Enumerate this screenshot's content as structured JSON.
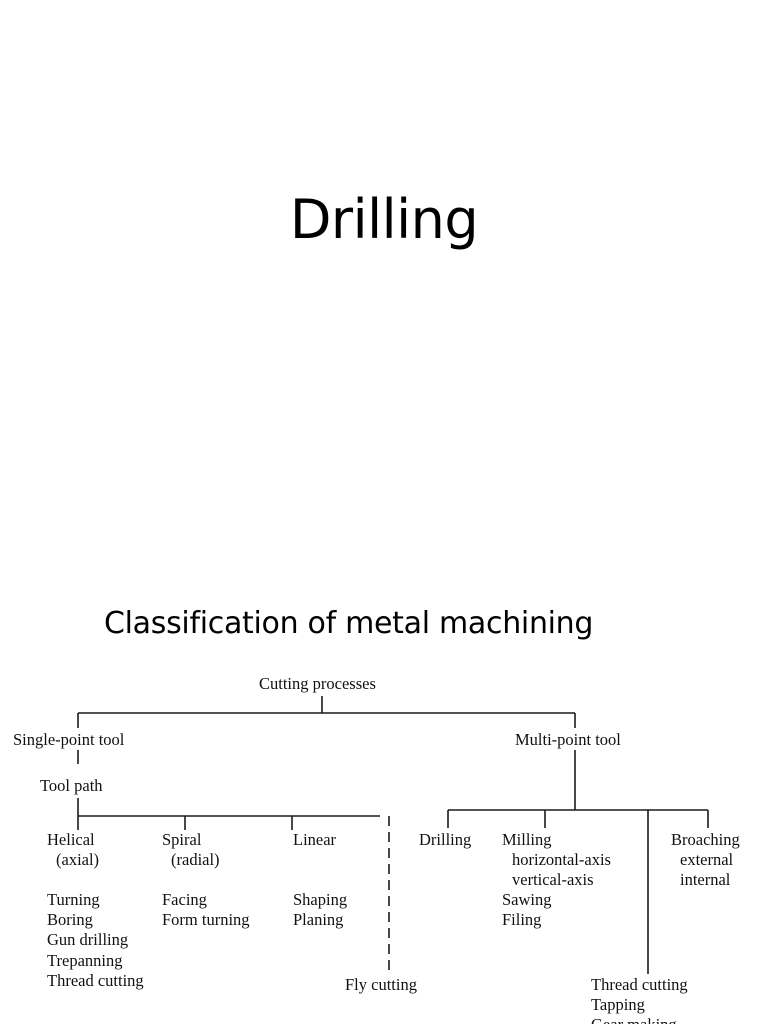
{
  "slides": [
    {
      "title": "Drilling"
    },
    {
      "title": "Classification of metal machining",
      "diagram": {
        "root": "Cutting processes",
        "single_point": "Single-point tool",
        "tool_path": "Tool path",
        "helical": [
          "Helical",
          "(axial)"
        ],
        "helical_ops": [
          "Turning",
          "Boring",
          "Gun drilling",
          "Trepanning",
          "Thread cutting"
        ],
        "spiral": [
          "Spiral",
          "(radial)"
        ],
        "spiral_ops": [
          "Facing",
          "Form turning"
        ],
        "linear": "Linear",
        "linear_ops": [
          "Shaping",
          "Planing"
        ],
        "fly_cutting": "Fly cutting",
        "multi_point": "Multi-point tool",
        "drilling": "Drilling",
        "milling": [
          "Milling",
          "horizontal-axis",
          "vertical-axis"
        ],
        "milling_ops": [
          "Sawing",
          "Filing"
        ],
        "broaching": [
          "Broaching",
          "external",
          "internal"
        ],
        "thread_ops": [
          "Thread cutting",
          "Tapping",
          "Gear making"
        ]
      }
    }
  ]
}
